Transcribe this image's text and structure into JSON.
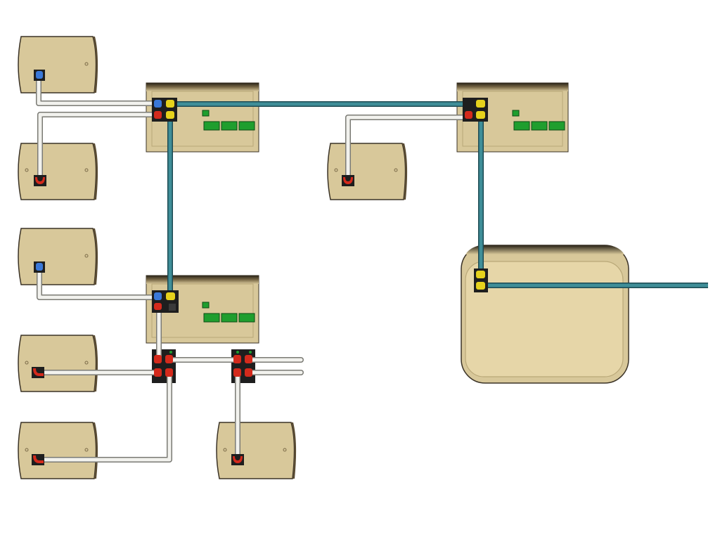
{
  "diagram": {
    "palette": {
      "background": "#ffffff",
      "enclosure_fill": "#d8c89a",
      "enclosure_edge": "#3a3226",
      "enclosure_inner_edge": "#b9a878",
      "gateway_fill": "#e6d6a8",
      "cable_trunk": "#3f8e98",
      "cable_trunk_edge": "#1d4a52",
      "cable_branch": "#f2f2ee",
      "cable_branch_edge": "#7a7a74",
      "connector_red": "#d42a1c",
      "connector_blue": "#3a78d8",
      "connector_yellow": "#e6d21c",
      "connector_black": "#1e1e1e",
      "terminal_green": "#1f9e2e"
    },
    "components": {
      "sensor_modules": [
        {
          "name": "sensor-module-1",
          "port": "blue-connector"
        },
        {
          "name": "sensor-module-2",
          "port": "red-connector"
        },
        {
          "name": "sensor-module-3",
          "port": "blue-connector"
        },
        {
          "name": "sensor-module-4",
          "port": "red-connector"
        },
        {
          "name": "sensor-module-5",
          "port": "red-connector"
        },
        {
          "name": "sensor-module-6",
          "port": "red-connector"
        },
        {
          "name": "sensor-module-7",
          "port": "red-connector"
        }
      ],
      "controllers": [
        {
          "name": "controller-unit-1",
          "terminal_blocks": 3
        },
        {
          "name": "controller-unit-2",
          "terminal_blocks": 3
        },
        {
          "name": "controller-unit-3",
          "terminal_blocks": 3
        }
      ],
      "junctions": [
        {
          "name": "junction-box-1"
        },
        {
          "name": "junction-box-2"
        }
      ],
      "gateway": {
        "name": "gateway-enclosure"
      }
    },
    "links": {
      "trunk_cables": 4,
      "branch_cables": 10
    }
  }
}
